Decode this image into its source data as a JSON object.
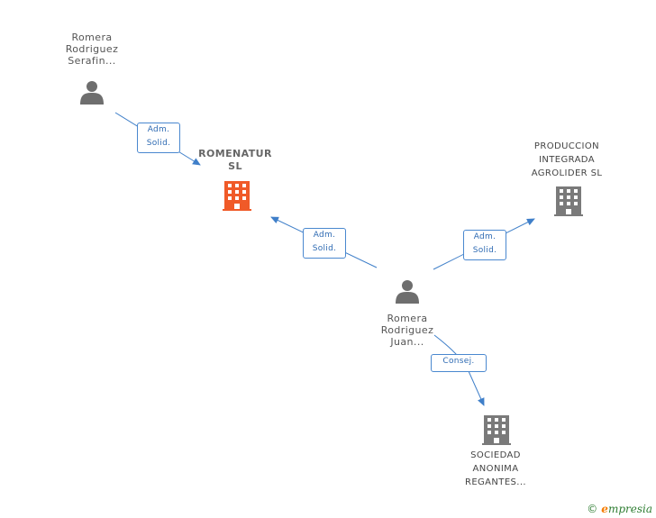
{
  "nodes": {
    "person_serafin": {
      "label": [
        "Romera",
        "Rodriguez",
        "Serafin..."
      ],
      "icon": "person-icon"
    },
    "romenatur": {
      "label": [
        "ROMENATUR",
        "SL"
      ],
      "icon": "building-icon",
      "color": "#f05a28"
    },
    "produccion": {
      "label": [
        "PRODUCCION",
        "INTEGRADA",
        "AGROLIDER SL"
      ],
      "icon": "building-icon",
      "color": "#7a7a7a"
    },
    "person_juan": {
      "label": [
        "Romera",
        "Rodriguez",
        "Juan..."
      ],
      "icon": "person-icon"
    },
    "sociedad": {
      "label": [
        "SOCIEDAD",
        "ANONIMA",
        "REGANTES..."
      ],
      "icon": "building-icon",
      "color": "#7a7a7a"
    }
  },
  "edges": {
    "serafin_romenatur": {
      "label": [
        "Adm.",
        "Solid."
      ]
    },
    "juan_romenatur": {
      "label": [
        "Adm.",
        "Solid."
      ]
    },
    "juan_produccion": {
      "label": [
        "Adm.",
        "Solid."
      ]
    },
    "juan_sociedad": {
      "label": [
        "Consej."
      ]
    }
  },
  "colors": {
    "edge": "#3f7fc9",
    "person": "#6e6e6e",
    "focus": "#f05a28",
    "company": "#7a7a7a"
  },
  "brand": {
    "copyright": "©",
    "e": "e",
    "name": "mpresia"
  }
}
